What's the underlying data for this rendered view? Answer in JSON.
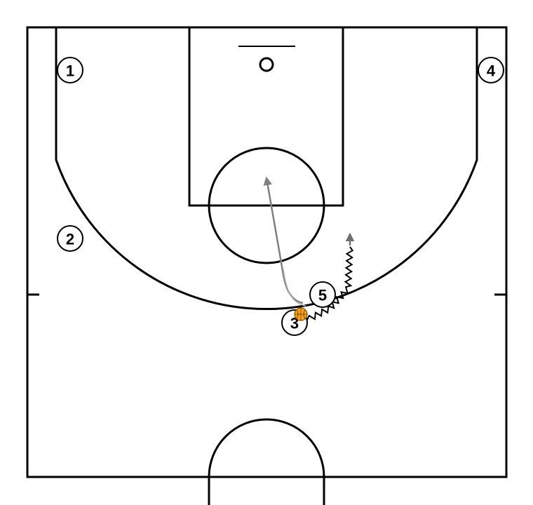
{
  "players": [
    {
      "id": "p1",
      "label": "1"
    },
    {
      "id": "p2",
      "label": "2"
    },
    {
      "id": "p3",
      "label": "3"
    },
    {
      "id": "p4",
      "label": "4"
    },
    {
      "id": "p5",
      "label": "5"
    }
  ],
  "colors": {
    "court_lines": "#000000",
    "movement_arrow": "#808080",
    "dribble_line": "#000000",
    "ball": "#f5a623",
    "background": "#ffffff"
  },
  "icons": {
    "ball": "basketball-icon",
    "cut": "cut-arrow-icon",
    "dribble": "dribble-arrow-icon"
  }
}
